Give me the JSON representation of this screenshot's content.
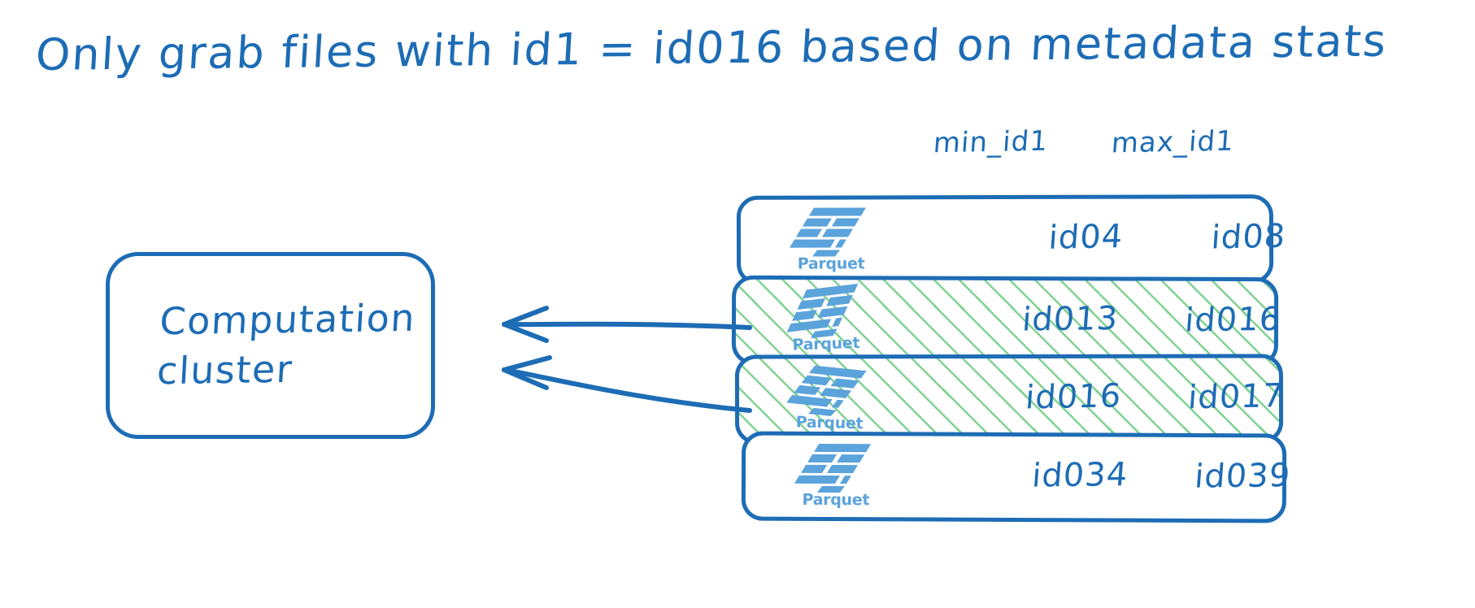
{
  "title": "Only grab files with id1 = id016 based on metadata stats",
  "colors": {
    "ink_blue": "#1d6cb5",
    "logo_blue": "#5ba3db",
    "highlight_green": "#7ad08c",
    "background": "#ffffff"
  },
  "columns": {
    "min_label": "min_id1",
    "max_label": "max_id1"
  },
  "cluster": {
    "label": "Computation\ncluster"
  },
  "logo": {
    "wordmark": "Parquet"
  },
  "files": [
    {
      "min_id1": "id04",
      "max_id1": "id08",
      "selected": false
    },
    {
      "min_id1": "id013",
      "max_id1": "id016",
      "selected": true
    },
    {
      "min_id1": "id016",
      "max_id1": "id017",
      "selected": true
    },
    {
      "min_id1": "id034",
      "max_id1": "id039",
      "selected": false
    }
  ]
}
